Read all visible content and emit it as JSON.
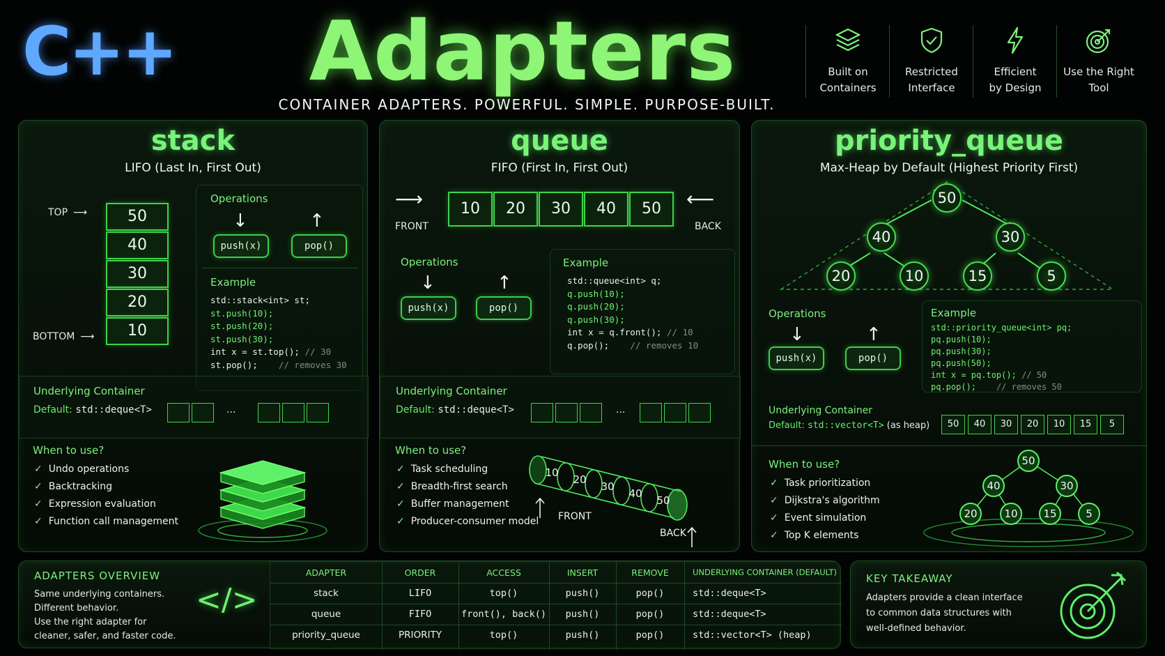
{
  "header": {
    "logo": "C++",
    "title": "Adapters",
    "tagline": "CONTAINER ADAPTERS. POWERFUL. SIMPLE. PURPOSE-BUILT.",
    "features": [
      {
        "icon": "layers-icon",
        "line1": "Built on",
        "line2": "Containers"
      },
      {
        "icon": "shield-icon",
        "line1": "Restricted",
        "line2": "Interface"
      },
      {
        "icon": "lightning-icon",
        "line1": "Efficient",
        "line2": "by Design"
      },
      {
        "icon": "target-icon",
        "line1": "Use the Right",
        "line2": "Tool"
      }
    ]
  },
  "stack": {
    "title": "stack",
    "subtitle": "LIFO (Last In, First Out)",
    "top_label": "TOP",
    "bottom_label": "BOTTOM",
    "values": [
      "50",
      "40",
      "30",
      "20",
      "10"
    ],
    "operations_label": "Operations",
    "push": "push(x)",
    "pop": "pop()",
    "example_label": "Example",
    "code": [
      "std::stack<int> st;",
      "st.push(10);",
      "st.push(20);",
      "st.push(30);",
      "int x = st.top();",
      "st.pop();"
    ],
    "code_comments": [
      "// 30",
      "// removes 30"
    ],
    "underlying_label": "Underlying Container",
    "default_label": "Default:",
    "default_value": "std::deque<T>",
    "ellipsis": "...",
    "when_label": "When to use?",
    "uses": [
      "Undo operations",
      "Backtracking",
      "Expression evaluation",
      "Function call management"
    ]
  },
  "queue": {
    "title": "queue",
    "subtitle": "FIFO (First In, First Out)",
    "values": [
      "10",
      "20",
      "30",
      "40",
      "50"
    ],
    "front_label": "FRONT",
    "back_label": "BACK",
    "operations_label": "Operations",
    "push": "push(x)",
    "pop": "pop()",
    "example_label": "Example",
    "code": [
      "std::queue<int> q;",
      "q.push(10);",
      "q.push(20);",
      "q.push(30);",
      "int x = q.front();",
      "q.pop();"
    ],
    "code_comments": [
      "// 10",
      "// removes 10"
    ],
    "underlying_label": "Underlying Container",
    "default_label": "Default:",
    "default_value": "std::deque<T>",
    "ellipsis": "...",
    "when_label": "When to use?",
    "uses": [
      "Task scheduling",
      "Breadth-first search",
      "Buffer management",
      "Producer-consumer model"
    ],
    "tube_values": [
      "10",
      "20",
      "30",
      "40",
      "50"
    ],
    "tube_front": "FRONT",
    "tube_back": "BACK"
  },
  "pq": {
    "title": "priority_queue",
    "subtitle": "Max-Heap by Default (Highest Priority First)",
    "tree": [
      "50",
      "40",
      "30",
      "20",
      "10",
      "15",
      "5"
    ],
    "operations_label": "Operations",
    "push": "push(x)",
    "pop": "pop()",
    "example_label": "Example",
    "code": [
      "std::priority_queue<int> pq;",
      "pq.push(10);",
      "pq.push(30);",
      "pq.push(50);",
      "int x = pq.top();",
      "pq.pop();"
    ],
    "code_comments": [
      "// 50",
      "// removes 50"
    ],
    "underlying_label": "Underlying Container",
    "default_label": "Default:",
    "default_value": "std::vector<T>",
    "default_suffix": "(as heap)",
    "array": [
      "50",
      "40",
      "30",
      "20",
      "10",
      "15",
      "5"
    ],
    "when_label": "When to use?",
    "uses": [
      "Task prioritization",
      "Dijkstra's algorithm",
      "Event simulation",
      "Top K elements"
    ]
  },
  "overview": {
    "title": "ADAPTERS OVERVIEW",
    "lines": [
      "Same underlying containers.",
      "Different behavior.",
      "Use the right adapter for",
      "cleaner, safer, and faster code."
    ],
    "code_glyph": "</>",
    "columns": [
      "ADAPTER",
      "ORDER",
      "ACCESS",
      "INSERT",
      "REMOVE",
      "UNDERLYING CONTAINER (DEFAULT)"
    ],
    "rows": [
      [
        "stack",
        "LIFO",
        "top()",
        "push()",
        "pop()",
        "std::deque<T>"
      ],
      [
        "queue",
        "FIFO",
        "front(), back()",
        "push()",
        "pop()",
        "std::deque<T>"
      ],
      [
        "priority_queue",
        "PRIORITY",
        "top()",
        "push()",
        "pop()",
        "std::vector<T> (heap)"
      ]
    ]
  },
  "takeaway": {
    "title": "KEY TAKEAWAY",
    "lines": [
      "Adapters provide a clean interface",
      "to common data structures with",
      "well-defined behavior."
    ]
  }
}
